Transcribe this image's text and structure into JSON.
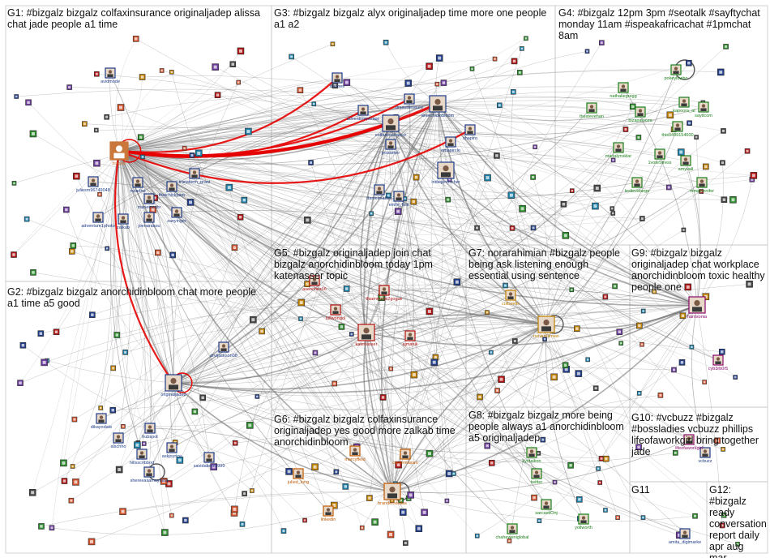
{
  "colors": {
    "background": "#ffffff",
    "grid_line": "#c8c8c8",
    "edge": "#7a7a7a",
    "edge_strong": "#e60000",
    "label_g1": "#1f3c88",
    "label_g2": "#1f3c88",
    "label_g3": "#1f3c88",
    "label_g4": "#1a7f1a",
    "label_g5": "#b01010",
    "label_g6": "#c05a00",
    "label_g7": "#c08000",
    "label_g8": "#1a7f1a",
    "label_g9": "#8a0a6a"
  },
  "groups": [
    {
      "id": "g1",
      "label": "G1: #bizgalz bizgalz colfaxinsurance originaljadep alissa chat jade people a1 time"
    },
    {
      "id": "g2",
      "label": "G2: #bizgalz bizgalz anorchidinbloom chat more people a1 time a5 good"
    },
    {
      "id": "g3",
      "label": "G3: #bizgalz bizgalz alyx originaljadep time more one people a1 a2"
    },
    {
      "id": "g4",
      "label": "G4: #bizgalz 12pm 3pm #seotalk #sayftychat monday 11am #ispeakafricachat #1pmchat 8am"
    },
    {
      "id": "g5",
      "label": "G5: #bizgalz originaljadep join chat bizgalz anorchidinbloom today 1pm katenasser topic"
    },
    {
      "id": "g6",
      "label": "G6: #bizgalz bizgalz colfaxinsurance originaljadep yes good more zalkab time anorchidinbloom"
    },
    {
      "id": "g7",
      "label": "G7: norarahimian #bizgalz people being ask listening enough essential using sentence"
    },
    {
      "id": "g8",
      "label": "G8: #bizgalz bizgalz more being people always a1 anorchidinbloom a5 originaljadep"
    },
    {
      "id": "g9",
      "label": "G9: #bizgalz bizgalz originaljadep chat workplace anorchidinbloom toxic healthy people one"
    },
    {
      "id": "g10",
      "label": "G10: #vcbuzz #bizgalz #bossladies vcbuzz phillips lifeofaworkgirl bring together jade"
    },
    {
      "id": "g11",
      "label": "G11"
    },
    {
      "id": "g12",
      "label": "G12: #bizgalz ready conversation report daily apr aug mar…"
    }
  ],
  "nodes": [
    {
      "name": "bizgalz",
      "group": "g1",
      "hub": true,
      "color": "#c9773a"
    },
    {
      "name": "avidmode",
      "group": "g1",
      "color": "#1f3c88"
    },
    {
      "name": "thatchickpam",
      "group": "g1",
      "color": "#1f3c88"
    },
    {
      "name": "transform_grant",
      "group": "g1",
      "color": "#1f3c88"
    },
    {
      "name": "juliesm96749048",
      "group": "g1",
      "color": "#1f3c88"
    },
    {
      "name": "maneinochr",
      "group": "g1",
      "color": "#1f3c88"
    },
    {
      "name": "nwarlnd",
      "group": "g1",
      "color": "#1f3c88"
    },
    {
      "name": "zanyinger",
      "group": "g1",
      "color": "#1f3c88"
    },
    {
      "name": "joenarasou",
      "group": "g1",
      "color": "#1f3c88"
    },
    {
      "name": "zalkab",
      "group": "g1",
      "color": "#1f3c88"
    },
    {
      "name": "adventure1photo",
      "group": "g1",
      "color": "#1f3c88"
    },
    {
      "name": "themes",
      "group": "g3",
      "color": "#1f3c88"
    },
    {
      "name": "adventureplease",
      "group": "g3",
      "color": "#1f3c88"
    },
    {
      "name": "drsavilleneure",
      "group": "g3",
      "color": "#1f3c88"
    },
    {
      "name": "colfaxinsurance",
      "group": "g3",
      "color": "#1f3c88"
    },
    {
      "name": "anorchidinbloom",
      "group": "g3",
      "color": "#1f3c88"
    },
    {
      "name": "jessarker",
      "group": "g3",
      "color": "#1f3c88"
    },
    {
      "name": "emapircio",
      "group": "g3",
      "color": "#1f3c88"
    },
    {
      "name": "shapiro",
      "group": "g3",
      "color": "#1f3c88"
    },
    {
      "name": "indiejenfischer",
      "group": "g3",
      "color": "#1f3c88"
    },
    {
      "name": "danielmahler",
      "group": "g3",
      "color": "#1f3c88"
    },
    {
      "name": "emile_fink",
      "group": "g3",
      "color": "#1f3c88"
    },
    {
      "name": "pokeyluwho",
      "group": "g4",
      "color": "#1a7f1a"
    },
    {
      "name": "nathaliegregg",
      "group": "g4",
      "color": "#1a7f1a"
    },
    {
      "name": "kapoora_at",
      "group": "g4",
      "color": "#1a7f1a"
    },
    {
      "name": "thestevehan",
      "group": "g4",
      "color": "#1a7f1a"
    },
    {
      "name": "bizapalooza",
      "group": "g4",
      "color": "#1a7f1a"
    },
    {
      "name": "sayitcom",
      "group": "g4",
      "color": "#1a7f1a"
    },
    {
      "name": "this0499154600",
      "group": "g4",
      "color": "#1a7f1a"
    },
    {
      "name": "madalynsklar",
      "group": "g4",
      "color": "#1a7f1a"
    },
    {
      "name": "1voteStress",
      "group": "g4",
      "color": "#1a7f1a"
    },
    {
      "name": "amyvall",
      "group": "g4",
      "color": "#1a7f1a"
    },
    {
      "name": "leslievelarge",
      "group": "g4",
      "color": "#1a7f1a"
    },
    {
      "name": "mmajennifer",
      "group": "g4",
      "color": "#1a7f1a"
    },
    {
      "name": "originaljadep",
      "group": "g2",
      "color": "#1f3c88"
    },
    {
      "name": "drvijackson08",
      "group": "g2",
      "color": "#1f3c88"
    },
    {
      "name": "dikayodate",
      "group": "g2",
      "color": "#1f3c88"
    },
    {
      "name": "alschho",
      "group": "g2",
      "color": "#1f3c88"
    },
    {
      "name": "hubspot",
      "group": "g2",
      "color": "#1f3c88"
    },
    {
      "name": "askjoyrice",
      "group": "g2",
      "color": "#1f3c88"
    },
    {
      "name": "hillsscribbod",
      "group": "g2",
      "color": "#1f3c88"
    },
    {
      "name": "savidakerz2999",
      "group": "g2",
      "color": "#1f3c88"
    },
    {
      "name": "shereeasamaymba",
      "group": "g2",
      "color": "#1f3c88"
    },
    {
      "name": "asenchez16",
      "group": "g5",
      "color": "#b01010"
    },
    {
      "name": "thiammeke2gogue",
      "group": "g5",
      "color": "#b01010"
    },
    {
      "name": "billwongol",
      "group": "g5",
      "color": "#b01010"
    },
    {
      "name": "katenasser",
      "group": "g5",
      "color": "#b01010"
    },
    {
      "name": "ajmanik",
      "group": "g5",
      "color": "#b01010"
    },
    {
      "name": "norarahimian",
      "group": "g7",
      "color": "#c08000"
    },
    {
      "name": "culturefix",
      "group": "g7",
      "color": "#c08000"
    },
    {
      "name": "harrisonia",
      "group": "g9",
      "color": "#8a0a6a"
    },
    {
      "name": "cyb3rb0r5",
      "group": "g9",
      "color": "#8a0a6a"
    },
    {
      "name": "marcyffeld",
      "group": "g6",
      "color": "#c05a00"
    },
    {
      "name": "carriemasien",
      "group": "g6",
      "color": "#c05a00"
    },
    {
      "name": "julied_long",
      "group": "g6",
      "color": "#c05a00"
    },
    {
      "name": "brandeindallas",
      "group": "g6",
      "color": "#c05a00"
    },
    {
      "name": "linkedin",
      "group": "g6",
      "color": "#c05a00"
    },
    {
      "name": "kyntaikon",
      "group": "g8",
      "color": "#1a7f1a"
    },
    {
      "name": "twitter",
      "group": "g8",
      "color": "#1a7f1a"
    },
    {
      "name": "sarcastiOnj",
      "group": "g8",
      "color": "#1a7f1a"
    },
    {
      "name": "yollworth",
      "group": "g8",
      "color": "#1a7f1a"
    },
    {
      "name": "chaheweniglobal",
      "group": "g8",
      "color": "#1a7f1a"
    },
    {
      "name": "lifeofaworkgirl",
      "group": "g10",
      "color": "#8a0a6a"
    },
    {
      "name": "vcbuzz",
      "group": "g10",
      "color": "#1f3c88"
    },
    {
      "name": "amita_digimarke",
      "group": "g11",
      "color": "#1f3c88"
    }
  ]
}
